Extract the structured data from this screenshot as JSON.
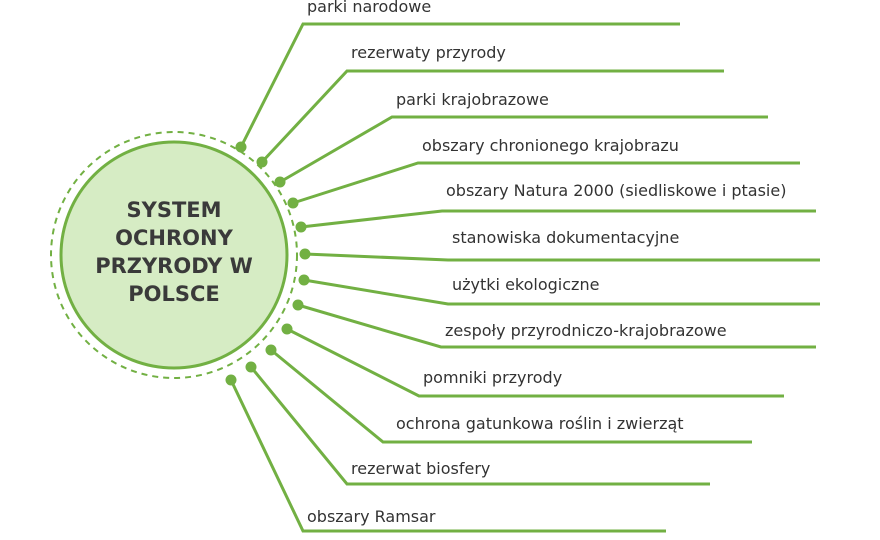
{
  "colors": {
    "accent": "#72b043",
    "circle_fill": "#d6ecc4",
    "text": "#333333"
  },
  "center": {
    "lines": [
      "SYSTEM",
      "OCHRONY",
      "PRZYRODY W",
      "POLSCE"
    ]
  },
  "items": [
    {
      "label": "parki narodowe"
    },
    {
      "label": "rezerwaty przyrody"
    },
    {
      "label": "parki krajobrazowe"
    },
    {
      "label": "obszary chronionego krajobrazu"
    },
    {
      "label": "obszary Natura 2000 (siedliskowe i ptasie)"
    },
    {
      "label": "stanowiska dokumentacyjne"
    },
    {
      "label": "użytki ekologiczne"
    },
    {
      "label": "zespoły przyrodniczo-krajobrazowe"
    },
    {
      "label": "pomniki przyrody"
    },
    {
      "label": "ochrona gatunkowa roślin i zwierząt"
    },
    {
      "label": "rezerwat biosfery"
    },
    {
      "label": "obszary Ramsar"
    }
  ]
}
